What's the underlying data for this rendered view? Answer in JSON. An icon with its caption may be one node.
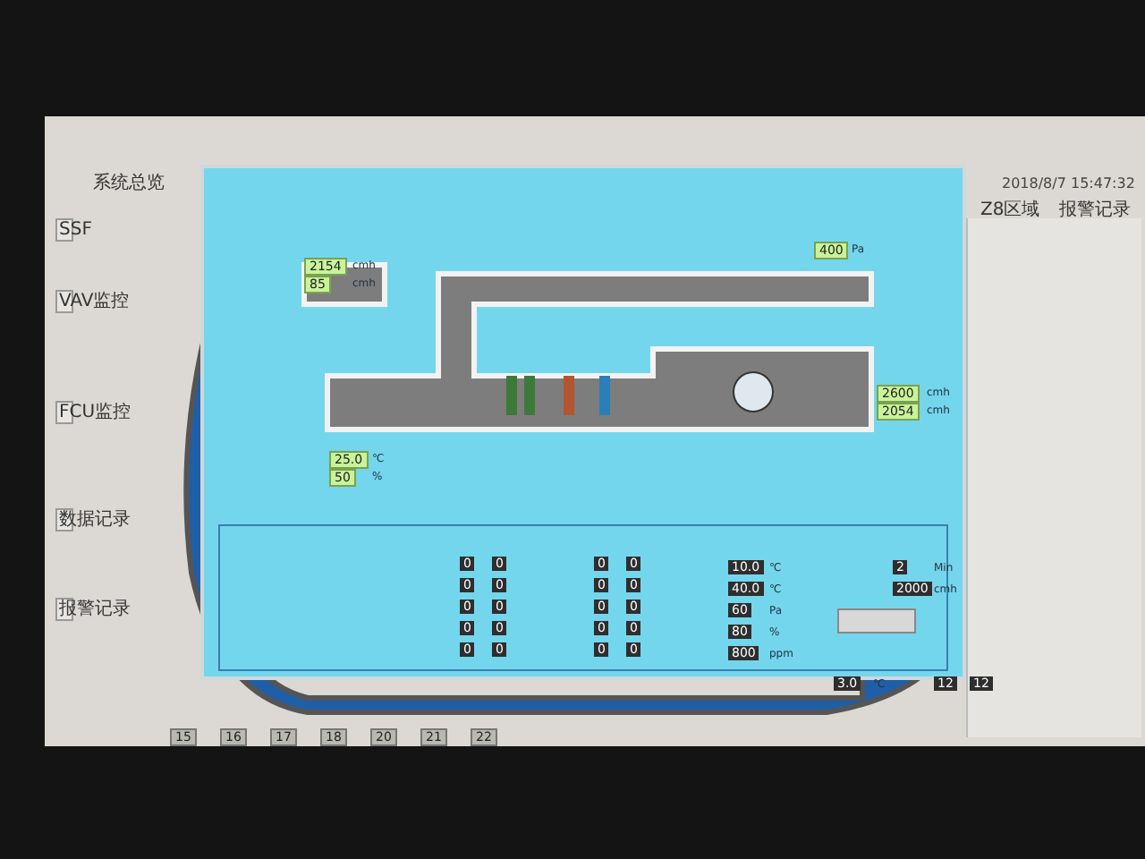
{
  "diagram": {
    "labels": [
      "系统总览",
      "SSF",
      "VAV监控",
      "FCU监控",
      "数据记录",
      "报警记录",
      "2018/8/7 15:47:32",
      "Z8区域",
      "报警记录",
      "2154",
      "cmh",
      "85",
      "cmh",
      "400",
      "Pa",
      "2600",
      "cmh",
      "2054",
      "cmh",
      "25.0",
      "℃",
      "50",
      "%",
      "10.0",
      "℃",
      "40.0",
      "℃",
      "60",
      "Pa",
      "80",
      "%",
      "800",
      "ppm",
      "2",
      "Min",
      "2000",
      "cmh",
      "3.0",
      "℃",
      "12",
      "12",
      "0",
      "0",
      "0",
      "0",
      "0",
      "0",
      "0",
      "0",
      "0",
      "0",
      "0",
      "0",
      "0",
      "0",
      "0",
      "0",
      "0",
      "0",
      "0",
      "0",
      "15",
      "16",
      "17",
      "18",
      "20",
      "21",
      "22"
    ]
  }
}
